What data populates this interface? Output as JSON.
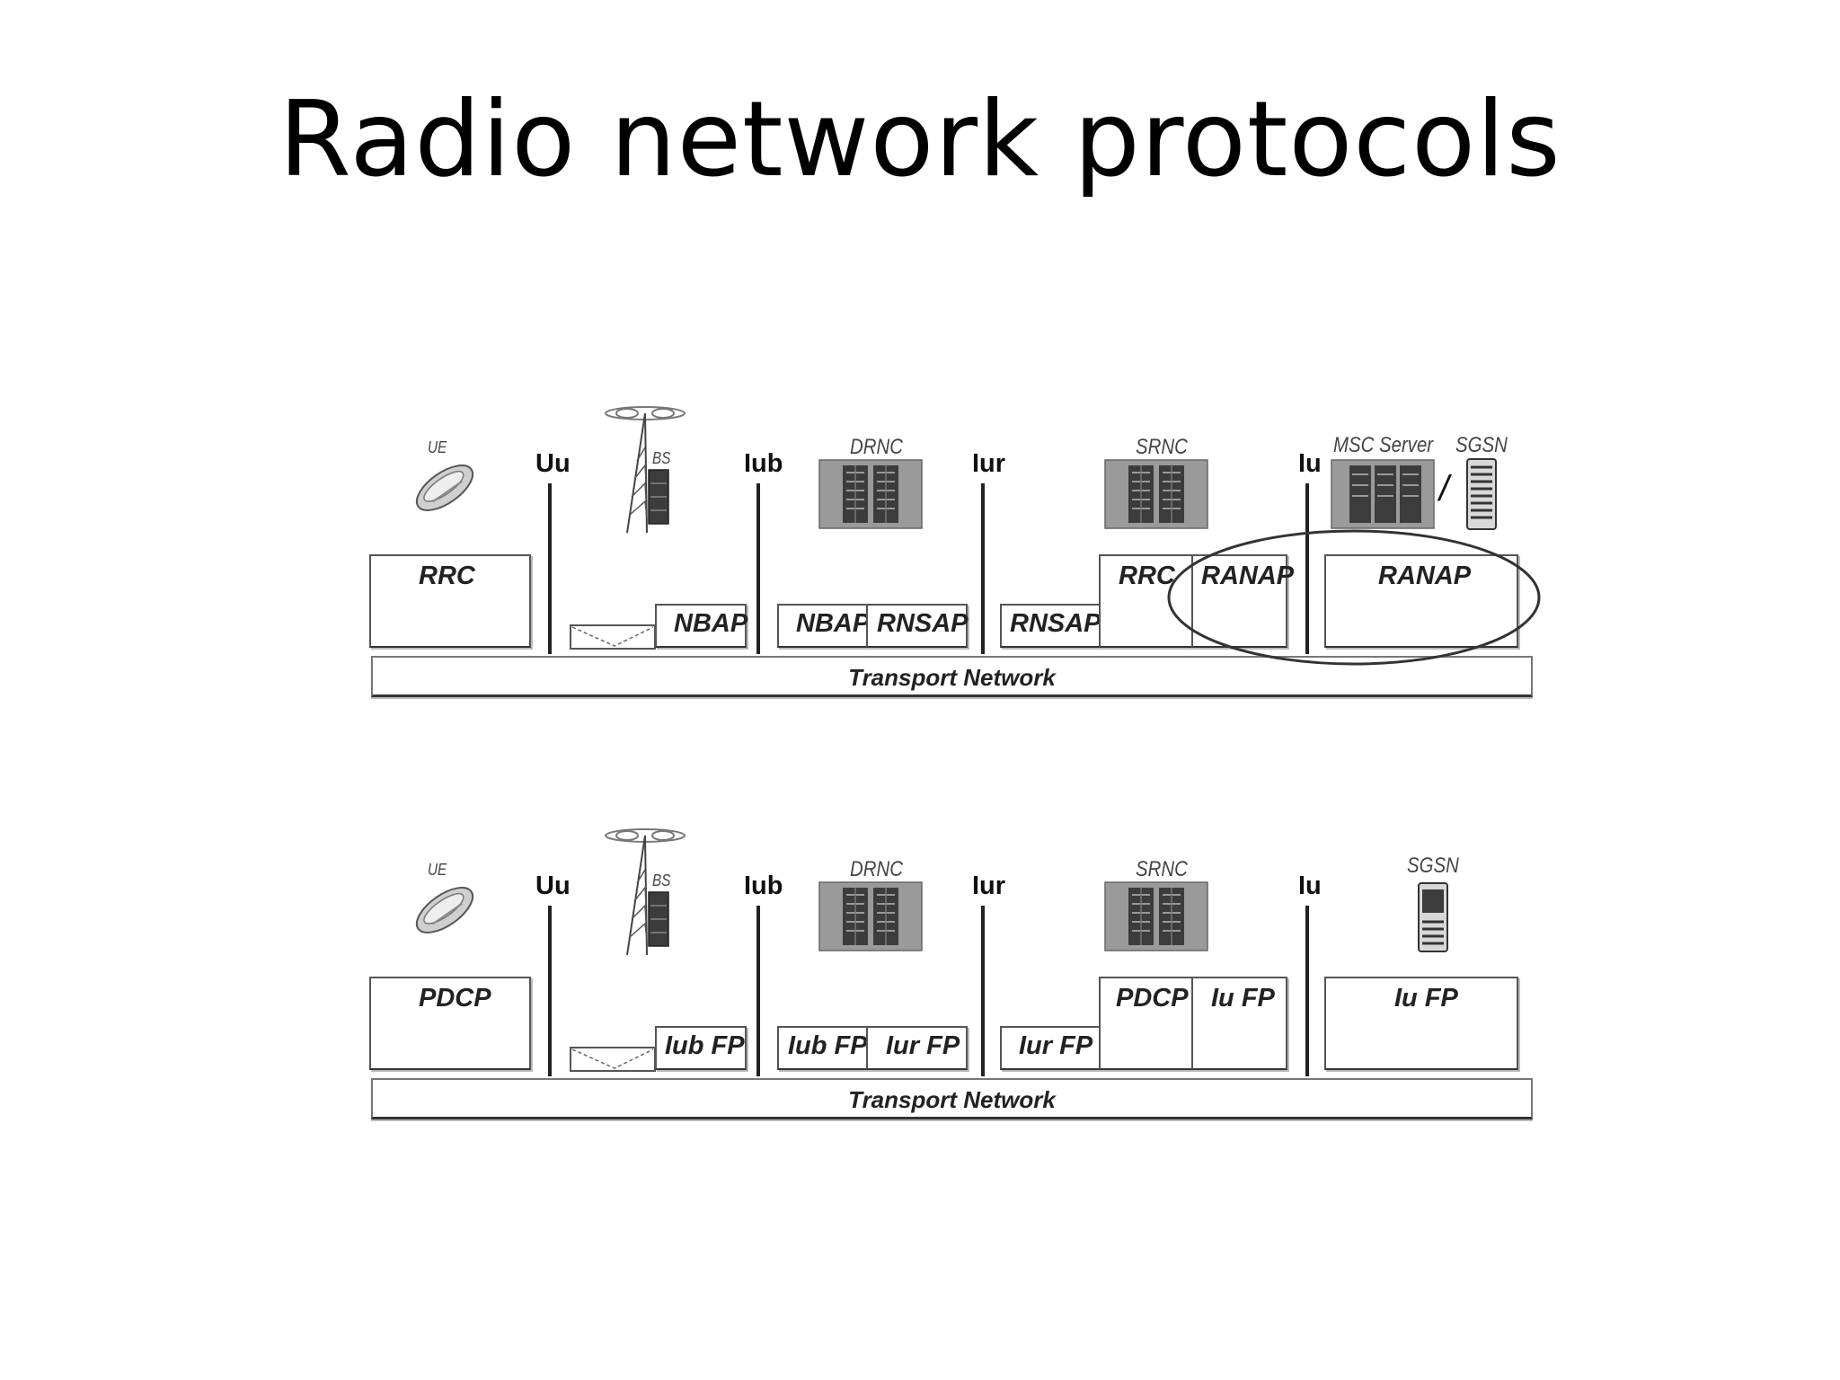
{
  "title": "Radio network protocols",
  "control_plane": {
    "nodes": {
      "ue": "UE",
      "bs": "BS",
      "drnc": "DRNC",
      "srnc": "SRNC",
      "msc": "MSC Server",
      "slash": "/",
      "sgsn": "SGSN"
    },
    "interfaces": {
      "uu": "Uu",
      "iub": "Iub",
      "iur": "Iur",
      "iu": "Iu"
    },
    "ue_box": "RRC",
    "bs_box": "NBAP",
    "drnc_left": "NBAP",
    "drnc_right": "RNSAP",
    "srnc_low": "RNSAP",
    "srnc_left": "RRC",
    "srnc_right": "RANAP",
    "cn_box": "RANAP",
    "transport": "Transport Network"
  },
  "user_plane": {
    "nodes": {
      "ue": "UE",
      "bs": "BS",
      "drnc": "DRNC",
      "srnc": "SRNC",
      "sgsn": "SGSN"
    },
    "interfaces": {
      "uu": "Uu",
      "iub": "Iub",
      "iur": "Iur",
      "iu": "Iu"
    },
    "ue_box": "PDCP",
    "bs_box": "Iub FP",
    "drnc_left": "Iub FP",
    "drnc_right": "Iur FP",
    "srnc_low": "Iur FP",
    "srnc_left": "PDCP",
    "srnc_right": "Iu FP",
    "cn_box": "Iu FP",
    "transport": "Transport Network"
  },
  "icons": [
    "phone-icon",
    "antenna-tower-icon",
    "rack-server-icon",
    "server-tower-icon"
  ],
  "colors": {
    "rack": "#9a9a9a",
    "rack_dark": "#3c3c3c",
    "line": "#222222"
  }
}
